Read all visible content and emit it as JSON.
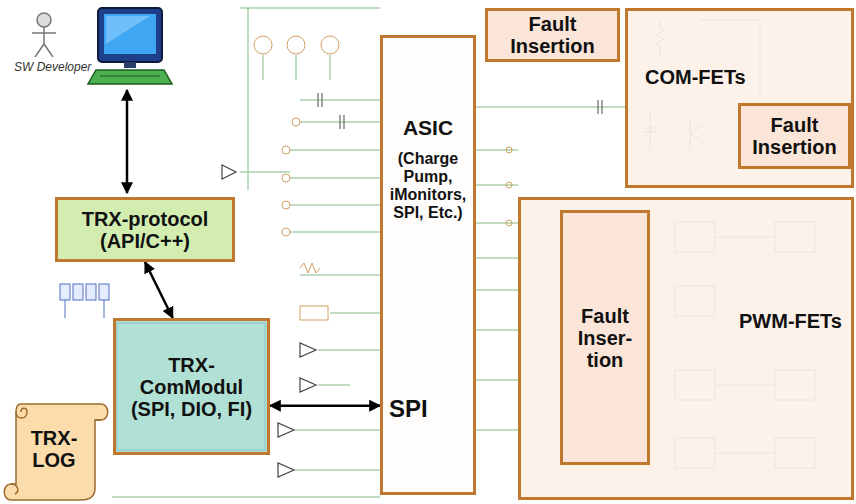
{
  "diagram": {
    "nodes": [
      {
        "text": [
          "Fault Insertion"
        ]
      },
      {
        "text": [
          "COM-FETs"
        ]
      },
      {
        "text": [
          "Fault Insertion"
        ],
        "in": 1
      },
      {
        "text": [
          "TRX-protocol (API/C++)"
        ]
      },
      {
        "text": [
          "ASIC",
          "(Charge Pump, iMonitors, SPI, Etc.)",
          "SPI"
        ]
      },
      {
        "text": [
          "PWM-FETs"
        ]
      },
      {
        "text": [
          "Fault Inser- tion"
        ],
        "in": 5
      },
      {
        "text": [
          "TRX-ComModul (SPI, DIO, FI)"
        ]
      },
      {
        "text": [
          "TRX-LOG"
        ]
      }
    ],
    "edges": [
      {
        "from": 3,
        "to": 7,
        "arrow": "both"
      },
      {
        "from": 7,
        "to": 4,
        "arrow": "both"
      }
    ],
    "labels": [
      "SW Developer"
    ]
  }
}
